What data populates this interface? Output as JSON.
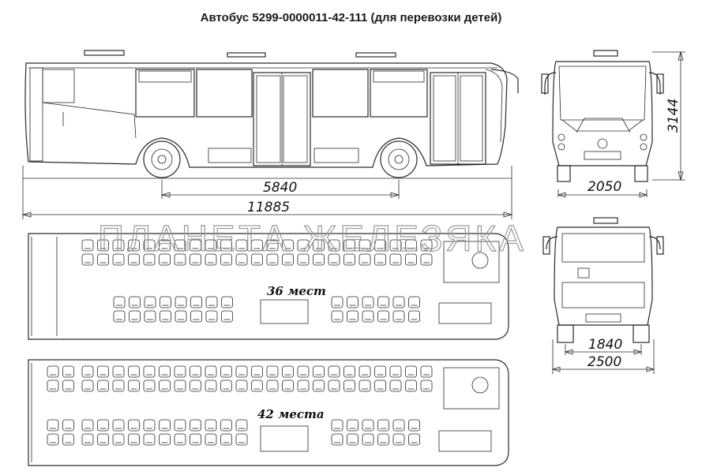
{
  "title": "Автобус 5299-0000011-42-111 (для перевозки детей)",
  "dimensions": {
    "wheelbase": "5840",
    "length": "11885",
    "height": "3144",
    "width_front": "2050",
    "track_rear": "1840",
    "width_rear": "2500"
  },
  "layouts": {
    "layout_36": "36 мест",
    "layout_42": "42 места"
  },
  "watermark": "ПЛАНЕТА ЖЕЛЕЗЯКА",
  "colors": {
    "line": "#2a2a2a",
    "watermark": "#9a9a9a"
  }
}
